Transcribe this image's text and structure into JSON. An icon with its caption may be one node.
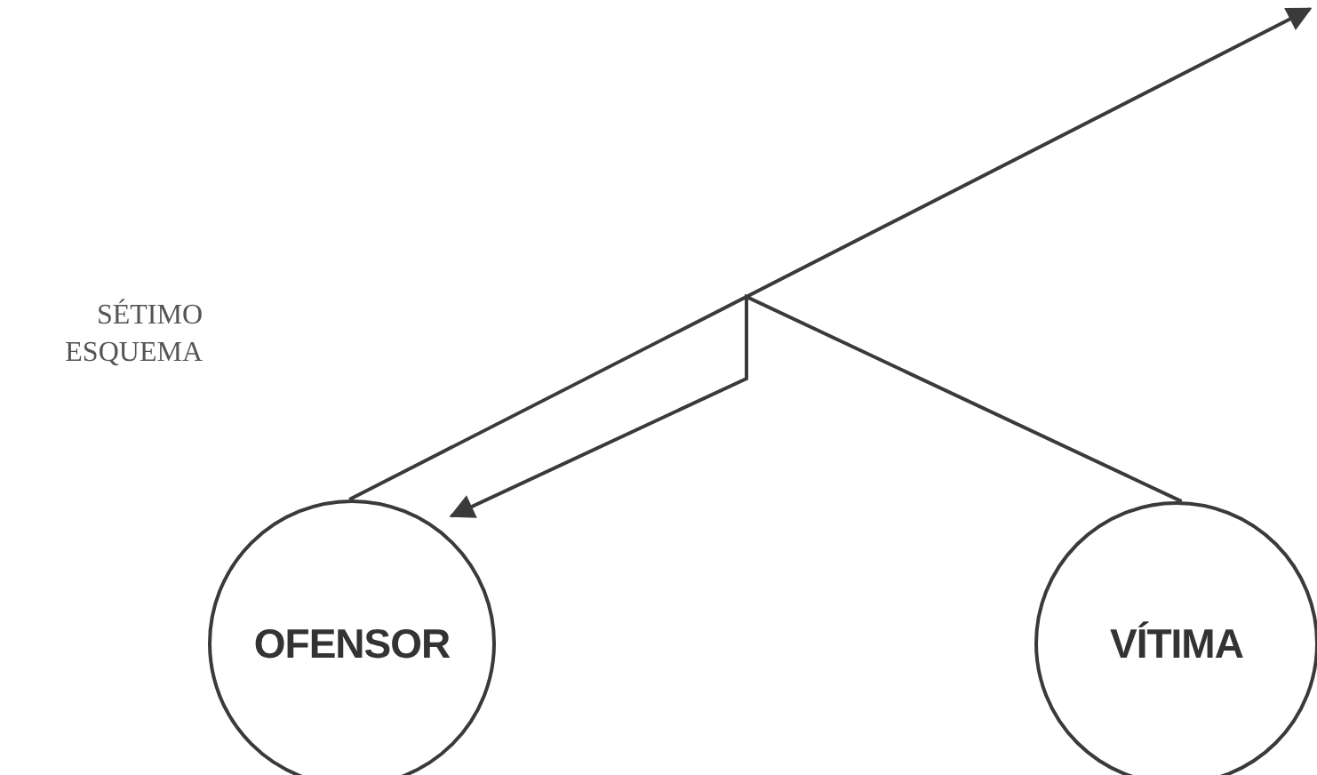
{
  "diagram": {
    "nodes": [
      {
        "text": [
          "OFENSOR"
        ]
      },
      {
        "text": [
          "VÍTIMA"
        ]
      }
    ],
    "edges": [
      {
        "from": 0,
        "to": null,
        "arrow": "to"
      },
      {
        "from": 1,
        "to": 0,
        "arrow": "to"
      }
    ],
    "labels": [
      "SÉTIMO ESQUEMA"
    ]
  }
}
